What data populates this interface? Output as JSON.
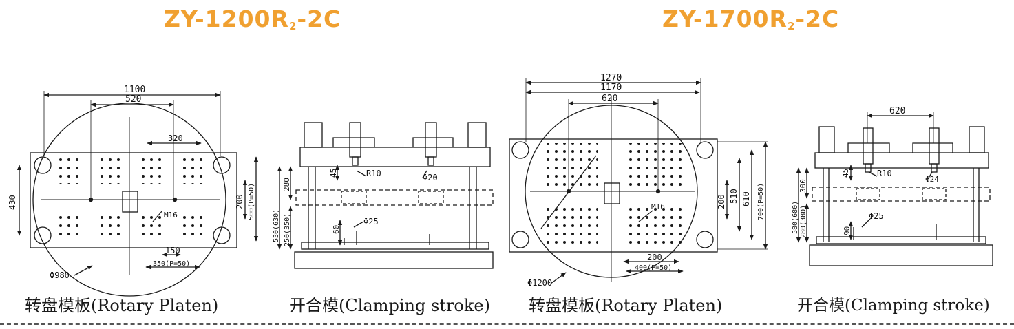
{
  "titles": {
    "left": {
      "main": "ZY-1200R",
      "sub": "2",
      "suffix": "-2C"
    },
    "right": {
      "main": "ZY-1700R",
      "sub": "2",
      "suffix": "-2C"
    }
  },
  "captions": {
    "rotary_1": "转盘模板(Rotary Platen)",
    "clamping_1": "开合模(Clamping stroke)",
    "rotary_2": "转盘模板(Rotary Platen)",
    "clamping_2": "开合模(Clamping stroke)"
  },
  "dims_1200_rotary": {
    "w1100": "1100",
    "w520": "520",
    "w320": "320",
    "h430": "430",
    "h200": "200",
    "h500": "500(P=50)",
    "m16": "M16",
    "w150": "150",
    "w350": "350(P=50)",
    "phi": "Φ980"
  },
  "dims_1200_clamp": {
    "h45": "45",
    "r10": "R10",
    "phi20": "Φ20",
    "h530": "530(630)",
    "h280": "280",
    "h250": "250(350)",
    "h60": "60",
    "phi25": "Φ25"
  },
  "dims_1700_rotary": {
    "w1270": "1270",
    "w1170": "1170",
    "w620": "620",
    "h200": "200",
    "h510": "510",
    "h610": "610",
    "h700": "700(P=50)",
    "m16": "M16",
    "w200": "200",
    "w400": "400(P=50)",
    "phi": "Φ1200"
  },
  "dims_1700_clamp": {
    "w620": "620",
    "h45": "45",
    "r10": "R10",
    "phi24": "Φ24",
    "h580": "580(680)",
    "h300": "300",
    "h280": "280(380)",
    "h90": "90",
    "phi25": "Φ25"
  },
  "colors": {
    "title": "#f0a030",
    "line": "#1a1a1a",
    "watermark": "#f0f0f0"
  }
}
